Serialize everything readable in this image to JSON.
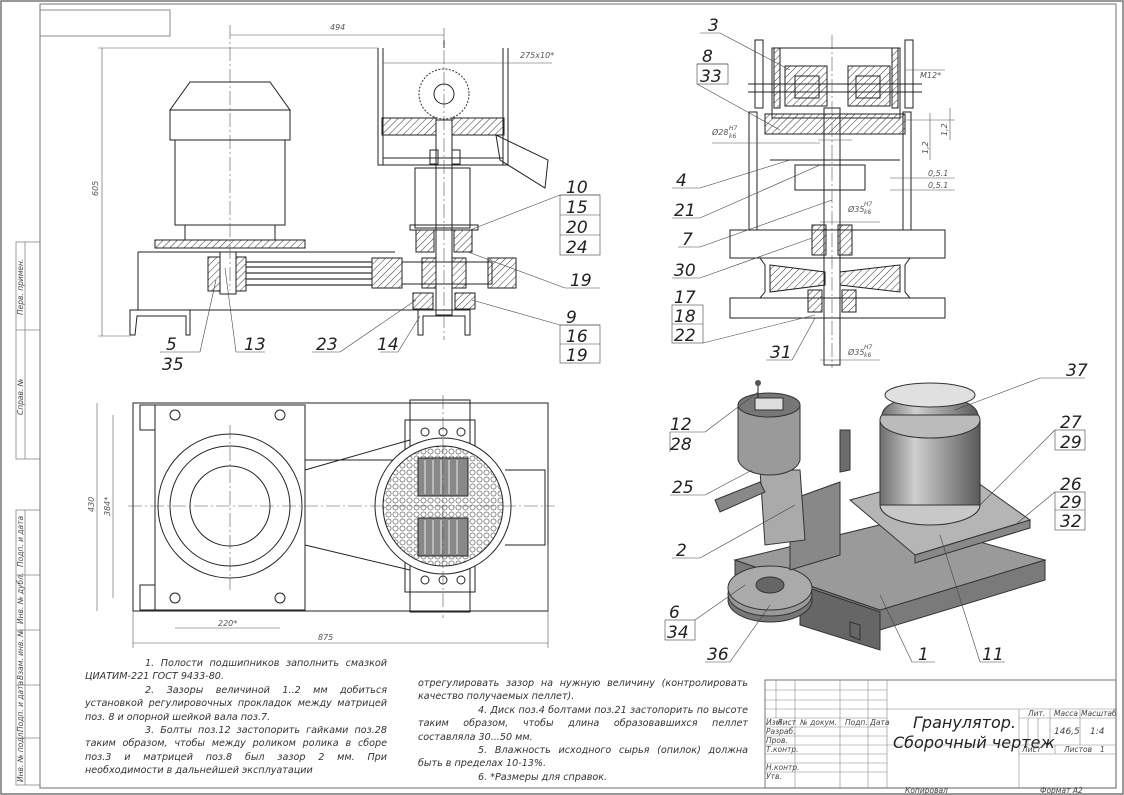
{
  "title_block": {
    "title_line1": "Гранулятор.",
    "title_line2": "Сборочный чертеж",
    "col_headers": [
      "Изм",
      "Лист",
      "№ докум.",
      "Подп.",
      "Дата"
    ],
    "rows": [
      "Разраб.",
      "Пров.",
      "Т.контр.",
      "",
      "Н.контр.",
      "Утв."
    ],
    "lit_label": "Лит.",
    "mass_label": "Масса",
    "scale_label": "Масштаб",
    "mass": "146,5",
    "scale": "1:4",
    "sheet_label": "Лист",
    "sheets_label": "Листов",
    "sheets": "1",
    "copied": "Копировал",
    "format": "Формат   A2"
  },
  "side_stamps": [
    "Перв. примен.",
    "Справ. №",
    "Подп. и дата",
    "Инв. № дубл.",
    "Взам. инв. №",
    "Подп. и дата",
    "Инв. № подл."
  ],
  "notes": {
    "n1": "1. Полости подшипников заполнить смазкой ЦИАТИМ-221 ГОСТ 9433-80.",
    "n2": "2. Зазоры величиной 1..2 мм добиться установкой регулировочных прокладок между матрицей поз. 8 и опорной шейкой вала поз.7.",
    "n3": "3. Болты поз.12 застопорить гайками поз.28 таким образом, чтобы между роликом ролика в сборе поз.3 и матрицей поз.8 был зазор 2 мм. При необходимости в дальнейшей эксплуатации",
    "n3b": "отрегулировать зазор на нужную величину (контролировать качество получаемых пеллет).",
    "n4": "4. Диск поз.4 болтами поз.21 застопорить по высоте таким образом, чтобы длина образовавшихся пеллет составляла 30...50 мм.",
    "n5": "5. Влажность исходного сырья (опилок) должна быть в пределах 10-13%.",
    "n6": "6. *Размеры для справок."
  },
  "front_view": {
    "dims": {
      "width": "494",
      "height": "605",
      "hopper": "275x10*"
    },
    "callouts": {
      "c5": "5",
      "c35": "35",
      "c13": "13",
      "c23": "23",
      "c14": "14",
      "c10": "10",
      "c15": "15",
      "c20": "20",
      "c24": "24",
      "c19a": "19",
      "c9": "9",
      "c16": "16",
      "c19b": "19"
    }
  },
  "section_view": {
    "dims": {
      "m12": "M12*",
      "fit28": "Ø28",
      "fit35a": "Ø35",
      "fit35b": "Ø35",
      "fit_num": "H7",
      "fit_den": "k6",
      "gap1": "0,5.1",
      "gap2": "0,5.1",
      "h1": "1,2",
      "h2": "1,2"
    },
    "callouts": {
      "c3": "3",
      "c8": "8",
      "c33": "33",
      "c4": "4",
      "c21": "21",
      "c7": "7",
      "c30": "30",
      "c17": "17",
      "c18": "18",
      "c22": "22",
      "c31": "31"
    }
  },
  "plan_view": {
    "dims": {
      "d430": "430",
      "d384": "384*",
      "d220": "220*",
      "d875": "875"
    }
  },
  "iso_view": {
    "callouts": {
      "c37": "37",
      "c12": "12",
      "c28": "28",
      "c25": "25",
      "c27": "27",
      "c29a": "29",
      "c26": "26",
      "c29b": "29",
      "c32": "32",
      "c2": "2",
      "c6": "6",
      "c34": "34",
      "c36": "36",
      "c1": "1",
      "c11": "11"
    }
  }
}
